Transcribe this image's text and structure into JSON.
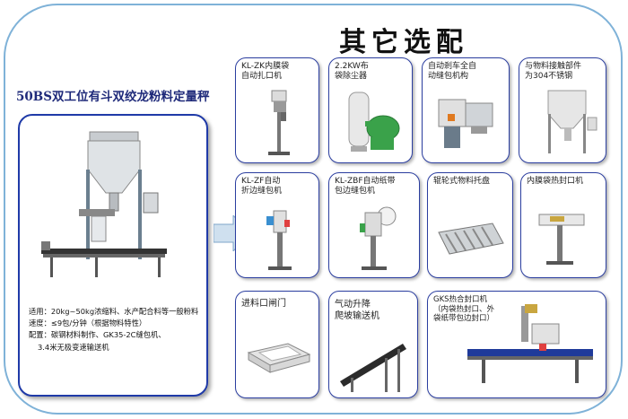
{
  "page": {
    "title": "其它选配"
  },
  "product": {
    "title": "50BS双工位有斗双绞龙粉料定量秤",
    "specs": [
      "适用：20kg~50kg浓缩料、水产配合料等一般粉料",
      "速度：≤9包/分钟（根据物料特性）",
      "配置：碳钢材料制作、GK35-2C缝包机、",
      "3.4米无极变速输送机"
    ]
  },
  "options": [
    {
      "label": "KL-ZK内膜袋\n自动扎口机"
    },
    {
      "label": "2.2KW布\n袋除尘器"
    },
    {
      "label": "自动剎车全自\n动缝包机构"
    },
    {
      "label": "与物料接触部件\n为304不锈钢"
    },
    {
      "label": "KL-ZF自动\n折边缝包机"
    },
    {
      "label": "KL-ZBF自动纸带\n包边缝包机"
    },
    {
      "label": "辊轮式物料托盘"
    },
    {
      "label": "内膜袋热封口机"
    },
    {
      "label": "进料口闸门"
    },
    {
      "label": "气动升降\n爬坡输送机"
    },
    {
      "label": "GKS热合封口机\n（内袋热封口、外\n袋纸带包边封口）"
    }
  ]
}
